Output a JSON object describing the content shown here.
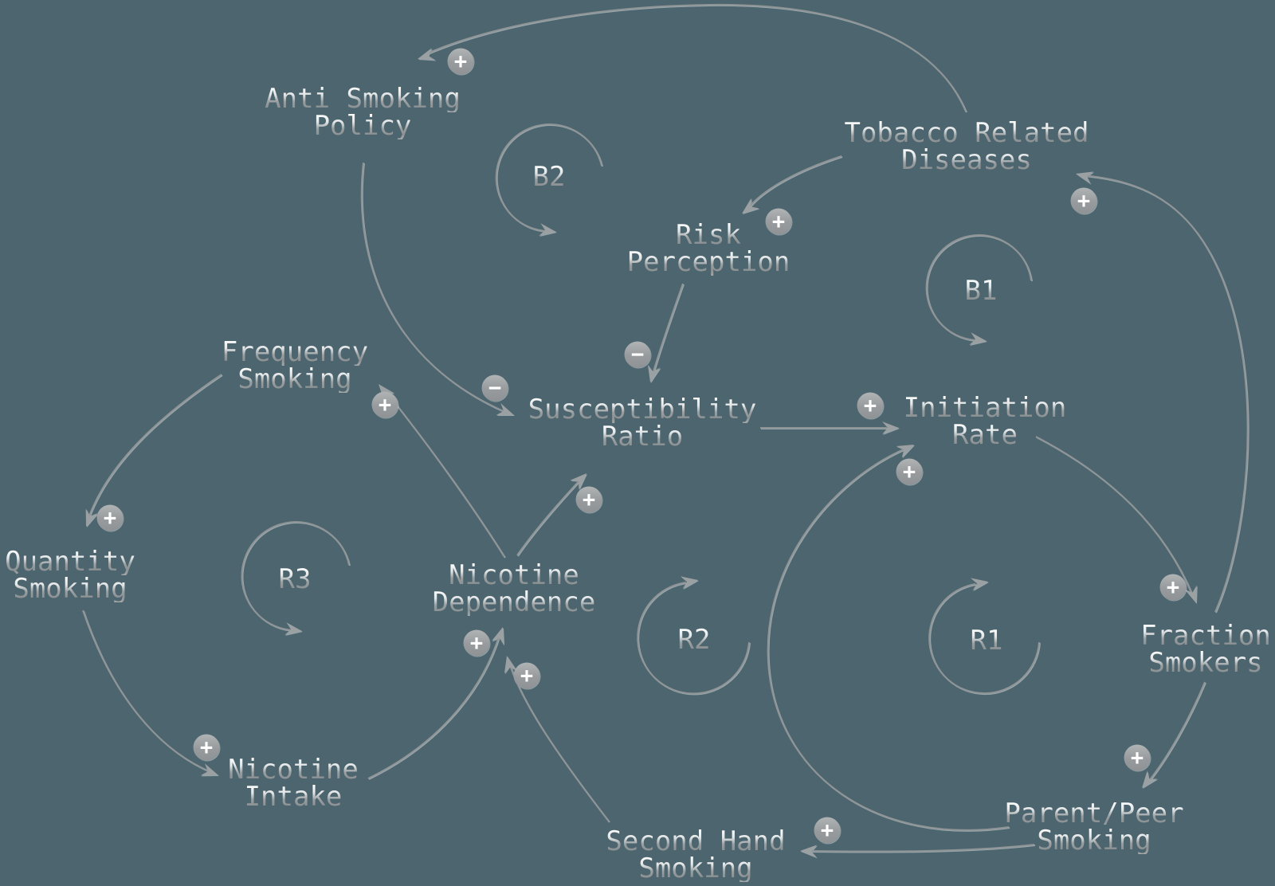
{
  "diagram_type": "causal-loop-diagram",
  "topic": "smoking system dynamics",
  "colors": {
    "background": "#4c656e",
    "ink": "#9ba0a2",
    "sign_circle": "#9b9ea0",
    "sign_symbol": "#ffffff"
  },
  "nodes": {
    "anti_smoking_policy": {
      "line1": "Anti Smoking",
      "line2": "Policy"
    },
    "tobacco_related_diseases": {
      "line1": "Tobacco Related",
      "line2": "Diseases"
    },
    "risk_perception": {
      "line1": "Risk",
      "line2": "Perception"
    },
    "susceptibility_ratio": {
      "line1": "Susceptibility",
      "line2": "Ratio"
    },
    "initiation_rate": {
      "line1": "Initiation",
      "line2": "Rate"
    },
    "frequency_smoking": {
      "line1": "Frequency",
      "line2": "Smoking"
    },
    "quantity_smoking": {
      "line1": "Quantity",
      "line2": "Smoking"
    },
    "nicotine_dependence": {
      "line1": "Nicotine",
      "line2": "Dependence"
    },
    "fraction_smokers": {
      "line1": "Fraction",
      "line2": "Smokers"
    },
    "nicotine_intake": {
      "line1": "Nicotine",
      "line2": "Intake"
    },
    "second_hand_smoking": {
      "line1": "Second Hand",
      "line2": "Smoking"
    },
    "parent_peer_smoking": {
      "line1": "Parent/Peer",
      "line2": "Smoking"
    }
  },
  "loops": {
    "b1": "B1",
    "b2": "B2",
    "r1": "R1",
    "r2": "R2",
    "r3": "R3"
  },
  "edges": [
    {
      "from": "tobacco_related_diseases",
      "to": "anti_smoking_policy",
      "polarity": "positive",
      "symbol": "+"
    },
    {
      "from": "anti_smoking_policy",
      "to": "susceptibility_ratio",
      "polarity": "negative",
      "symbol": "−"
    },
    {
      "from": "tobacco_related_diseases",
      "to": "risk_perception",
      "polarity": "positive",
      "symbol": "+"
    },
    {
      "from": "risk_perception",
      "to": "susceptibility_ratio",
      "polarity": "negative",
      "symbol": "−"
    },
    {
      "from": "susceptibility_ratio",
      "to": "initiation_rate",
      "polarity": "positive",
      "symbol": "+"
    },
    {
      "from": "nicotine_dependence",
      "to": "susceptibility_ratio",
      "polarity": "positive",
      "symbol": "+"
    },
    {
      "from": "nicotine_dependence",
      "to": "frequency_smoking",
      "polarity": "positive",
      "symbol": "+"
    },
    {
      "from": "frequency_smoking",
      "to": "quantity_smoking",
      "polarity": "positive",
      "symbol": "+"
    },
    {
      "from": "quantity_smoking",
      "to": "nicotine_intake",
      "polarity": "positive",
      "symbol": "+"
    },
    {
      "from": "nicotine_intake",
      "to": "nicotine_dependence",
      "polarity": "positive",
      "symbol": "+"
    },
    {
      "from": "second_hand_smoking",
      "to": "nicotine_dependence",
      "polarity": "positive",
      "symbol": "+"
    },
    {
      "from": "parent_peer_smoking",
      "to": "initiation_rate",
      "polarity": "positive",
      "symbol": "+"
    },
    {
      "from": "initiation_rate",
      "to": "fraction_smokers",
      "polarity": "positive",
      "symbol": "+"
    },
    {
      "from": "fraction_smokers",
      "to": "tobacco_related_diseases",
      "polarity": "positive",
      "symbol": "+"
    },
    {
      "from": "fraction_smokers",
      "to": "parent_peer_smoking",
      "polarity": "positive",
      "symbol": "+"
    },
    {
      "from": "parent_peer_smoking",
      "to": "second_hand_smoking",
      "polarity": "positive",
      "symbol": "+"
    }
  ]
}
